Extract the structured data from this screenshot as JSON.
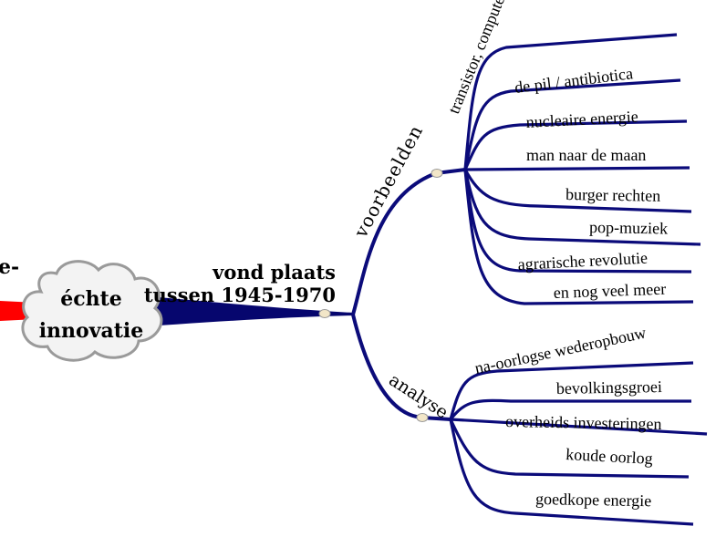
{
  "colors": {
    "branch": "#0b0b7a",
    "trunk": "#06066e",
    "red_link": "#ff0000",
    "cloud_fill": "#f3f3f3",
    "cloud_stroke": "#9a9a9a",
    "handle": "#f2e6c8"
  },
  "central_node": {
    "line1": "échte",
    "line2": "innovatie"
  },
  "partial_left_label": "e-",
  "trunk_label": {
    "line1": "vond plaats",
    "line2": "tussen 1945-1970"
  },
  "branches": [
    {
      "label": "voorbeelden",
      "children": [
        "transistor, computer, internet",
        "de pil / antibiotica",
        "nucleaire energie",
        "man naar de maan",
        "burger rechten",
        "pop-muziek",
        "agrarische revolutie",
        "en nog veel meer"
      ]
    },
    {
      "label": "analyse",
      "children": [
        "na-oorlogse wederopbouw",
        "bevolkingsgroei",
        "overheids investeringen",
        "koude oorlog",
        "goedkope energie"
      ]
    }
  ]
}
